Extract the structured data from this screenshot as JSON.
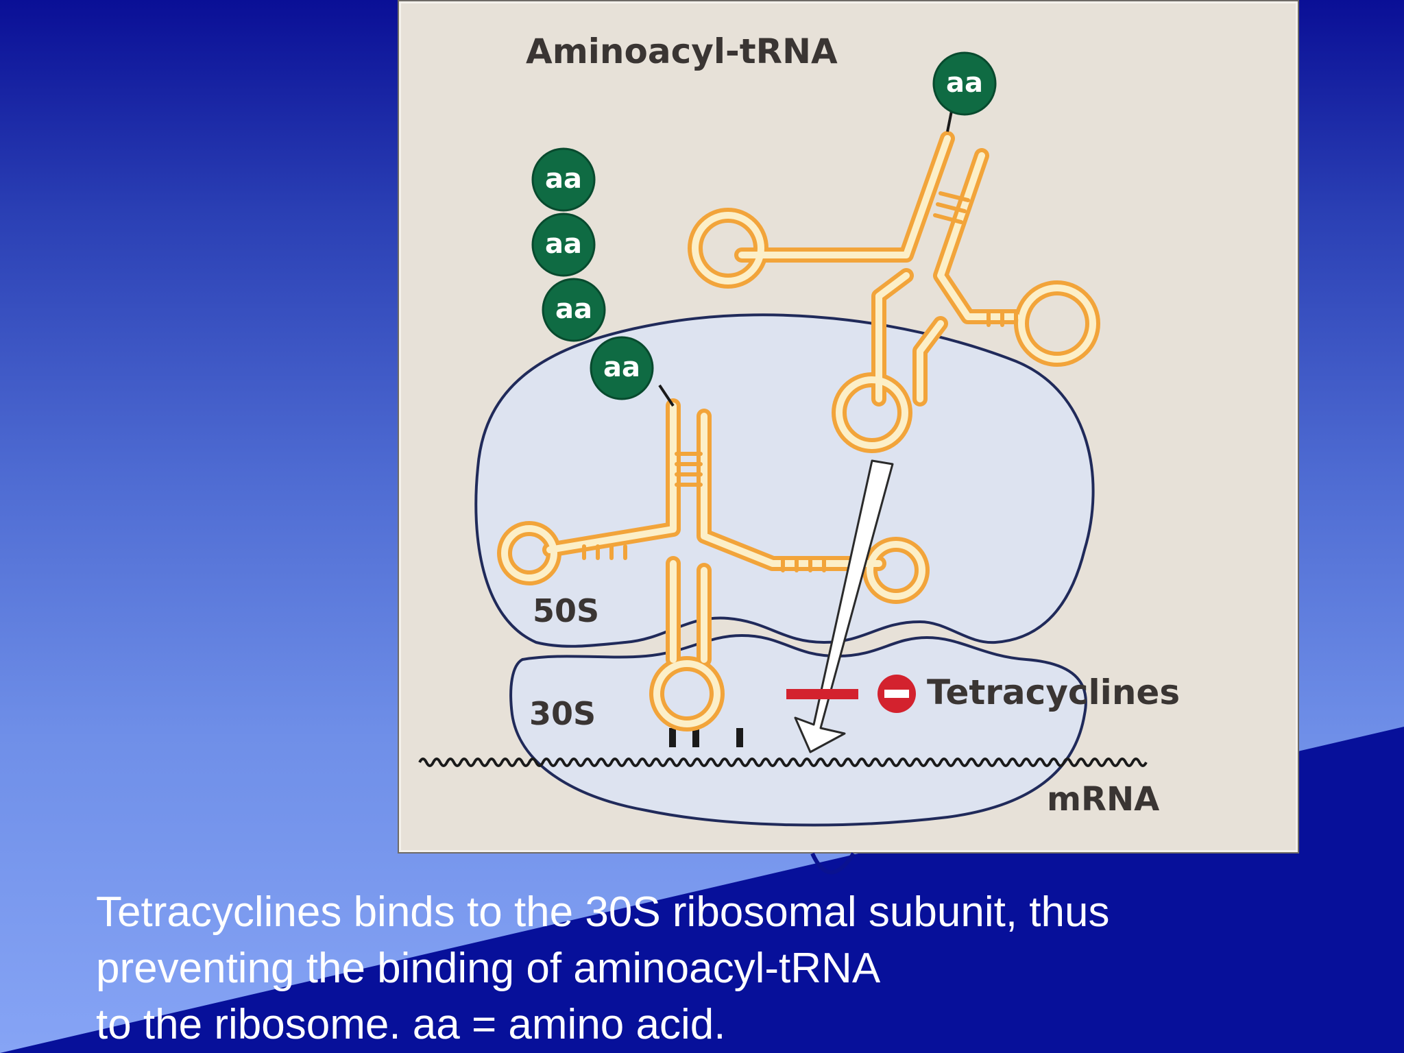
{
  "diagram": {
    "title": "Aminoacyl-tRNA",
    "amino_acid_label": "aa",
    "large_subunit_label": "50S",
    "small_subunit_label": "30S",
    "drug_label": "Tetracyclines",
    "mrna_label": "mRNA"
  },
  "caption": {
    "line1": "Tetracyclines binds to the 30S ribosomal subunit, thus",
    "line2": "preventing the binding of aminoacyl-tRNA",
    "line3": "to the ribosome. aa = amino acid."
  },
  "colors": {
    "background_top": "#0a0f96",
    "background_bottom": "#86a4f5",
    "panel": "#e7e1d8",
    "ribosome": "#dde3f0",
    "trna": "#f2a43a",
    "amino_acid": "#0f6b43",
    "inhibitor": "#d3222e"
  }
}
